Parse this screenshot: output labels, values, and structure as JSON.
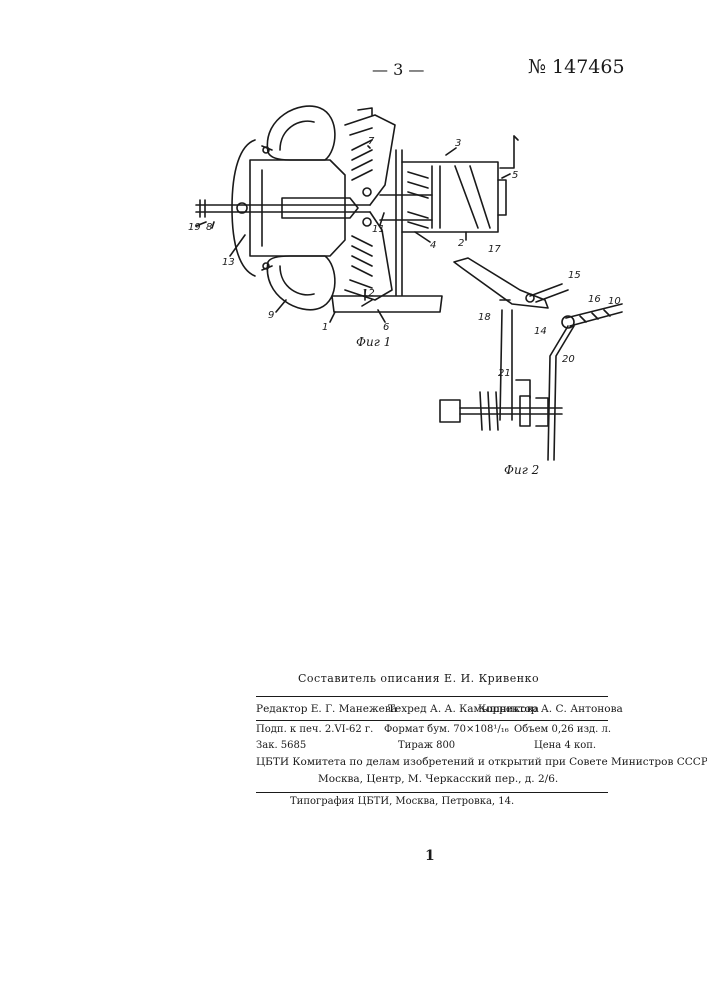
{
  "header": {
    "page": "— 3 —",
    "number": "№ 147465"
  },
  "figures": {
    "fig1": {
      "caption": "Фиг 1",
      "labels": [
        "19",
        "8",
        "13",
        "9",
        "1",
        "12",
        "6",
        "7",
        "3",
        "5",
        "11",
        "4",
        "2"
      ]
    },
    "fig2": {
      "caption": "Фиг 2",
      "labels": [
        "17",
        "15",
        "16",
        "10",
        "18",
        "14",
        "21",
        "20"
      ]
    }
  },
  "imprint": {
    "compiler": "Составитель описания Е. И. Кривенко",
    "editor": "Редактор Е. Г. Манежева",
    "techred": "Техред А. А. Камышникова",
    "corrector": "Корректор А. С. Антонова",
    "signed": "Подп. к печ. 2.VI-62 г.",
    "format": "Формат бум. 70×108¹/₁₆",
    "volume": "Объем 0,26 изд. л.",
    "order": "Зак. 5685",
    "print_run": "Тираж 800",
    "price": "Цена 4 коп.",
    "institute": "ЦБТИ Комитета по делам изобретений и открытий при Совете Министров СССР",
    "address": "Москва, Центр, М. Черкасский пер., д. 2/6.",
    "printshop": "Типография ЦБТИ, Москва, Петровка, 14."
  },
  "footer_mark": "1"
}
